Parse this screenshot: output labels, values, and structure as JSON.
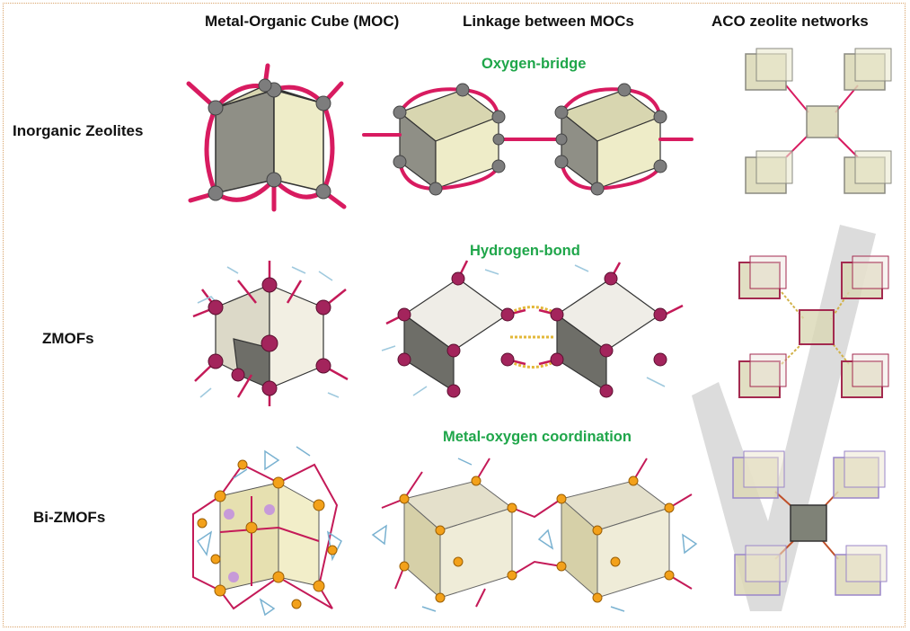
{
  "columns": {
    "moc": "Metal-Organic Cube (MOC)",
    "linkage": "Linkage between MOCs",
    "network": "ACO zeolite networks"
  },
  "rows": [
    {
      "label": "Inorganic Zeolites",
      "linkage": "Oxygen-bridge"
    },
    {
      "label": "ZMOFs",
      "linkage": "Hydrogen-bond"
    },
    {
      "label": "Bi-ZMOFs",
      "linkage": "Metal-oxygen coordination"
    }
  ],
  "colors": {
    "frame": "#d9a46b",
    "linkage_label": "#1fa64a",
    "oxygen": "#d81b60",
    "metal_zeolite": "#7d7d7d",
    "metal_zmof": "#a3245c",
    "metal_bizmof": "#f3a11a",
    "hbond": "#e3b83a",
    "cube_face_zeolite": "#d9d7b4",
    "cube_edge_zmof": "#a32a4f",
    "cube_edge_bizmof": "#9a86c9"
  }
}
